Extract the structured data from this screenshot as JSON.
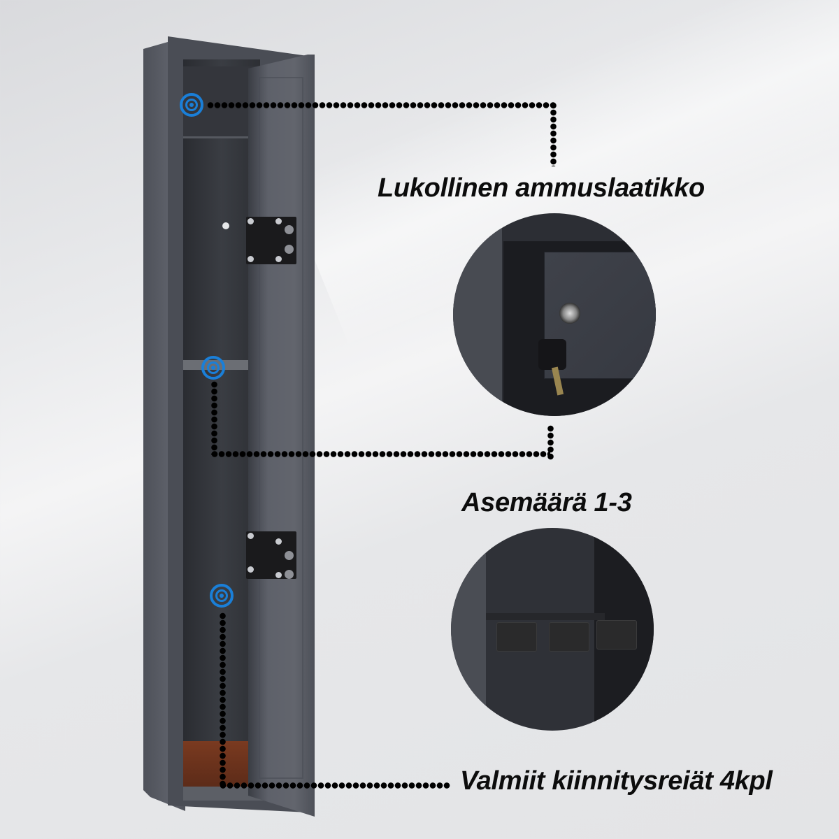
{
  "product": {
    "name": "Asekaappi (gun safe)",
    "body_color": "#4a4d55",
    "marker_color": "#1a7fd8"
  },
  "callouts": [
    {
      "id": "ammo-box",
      "label": "Lukollinen ammuslaatikko",
      "marker_icon": "target-marker-icon"
    },
    {
      "id": "gun-capacity",
      "label": "Asemäärä 1-3",
      "marker_icon": "target-marker-icon"
    },
    {
      "id": "mounting-holes",
      "label": "Valmiit kiinnitysreiät 4kpl",
      "marker_icon": "target-marker-icon"
    }
  ],
  "insets": [
    {
      "id": "ammo-box-detail",
      "depicts": "lockable ammo box with key in lock"
    },
    {
      "id": "gun-rack-detail",
      "depicts": "foam gun rest shelf with 3 slots"
    }
  ]
}
